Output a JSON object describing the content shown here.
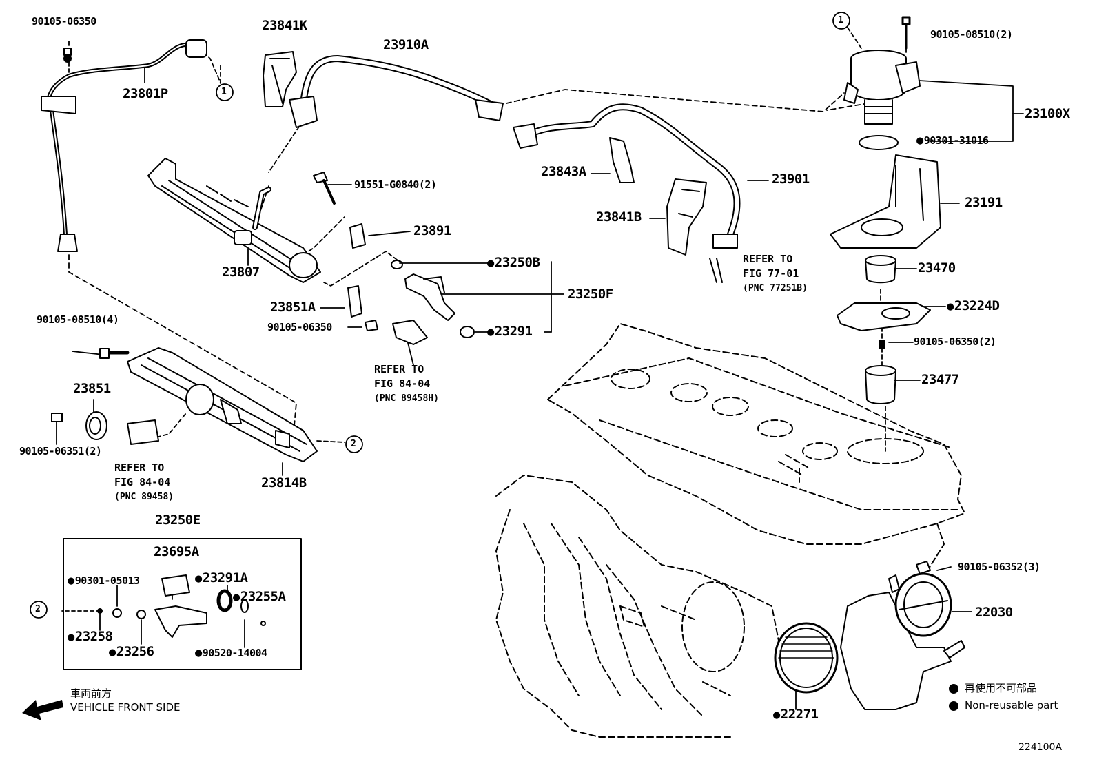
{
  "labels": {
    "p90105_06350_top": "90105-06350",
    "p23801P": "23801P",
    "p23841K": "23841K",
    "p23910A": "23910A",
    "p90105_08510_2": "90105-08510(2)",
    "p23100X": "23100X",
    "p90301_31016": "90301-31016",
    "p23191": "23191",
    "p23843A": "23843A",
    "p23901": "23901",
    "p23841B": "23841B",
    "p91551": "91551-G0840(2)",
    "p23891": "23891",
    "p23807": "23807",
    "p23250B": "23250B",
    "p23250F": "23250F",
    "p23851A": "23851A",
    "p90105_06350_mid": "90105-06350",
    "p23291": "23291",
    "p23470": "23470",
    "p23224D": "23224D",
    "p90105_06350_2": "90105-06350(2)",
    "p23477": "23477",
    "p90105_08510_4": "90105-08510(4)",
    "p23851": "23851",
    "p90105_06351_2": "90105-06351(2)",
    "p23814B": "23814B",
    "p23250E": "23250E",
    "p23695A": "23695A",
    "p90301_05013": "90301-05013",
    "p23291A": "23291A",
    "p23255A": "23255A",
    "p23258": "23258",
    "p23256": "23256",
    "p90520_14004": "90520-14004",
    "p90105_06352_3": "90105-06352(3)",
    "p22030": "22030",
    "p22271": "22271"
  },
  "callouts": {
    "c1_top": "1",
    "c1_pump": "1",
    "c2_rail": "2",
    "c2_box": "2"
  },
  "refs": {
    "fig77": {
      "line1": "REFER TO",
      "line2": "FIG 77-01",
      "line3": "(PNC 77251B)"
    },
    "fig84_mid": {
      "line1": "REFER TO",
      "line2": "FIG 84-04",
      "line3": "(PNC 89458H)"
    },
    "fig84_left": {
      "line1": "REFER TO",
      "line2": "FIG 84-04",
      "line3": "(PNC 89458)"
    }
  },
  "legend": {
    "jp": "再使用不可部品",
    "en": "Non-reusable part",
    "marker": "●"
  },
  "front": {
    "jp": "車両前方",
    "en": "VEHICLE FRONT SIDE"
  },
  "figure_id": "224100A"
}
